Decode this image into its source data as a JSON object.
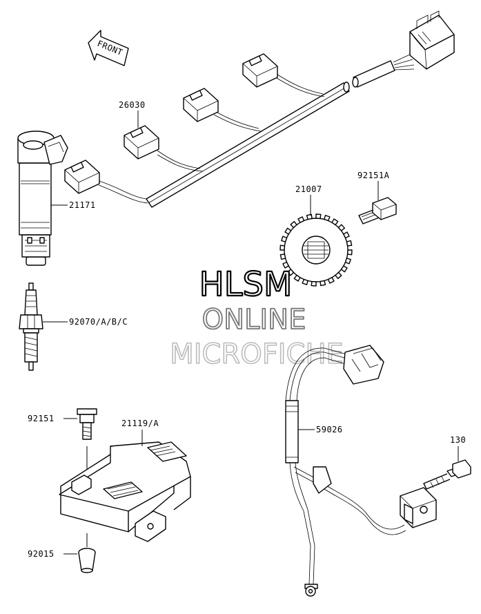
{
  "direction_label": "FRONT",
  "part_labels": {
    "p26030": "26030",
    "p21171": "21171",
    "p92070": "92070/A/B/C",
    "p21007": "21007",
    "p92151A": "92151A",
    "p92151": "92151",
    "p21119": "21119/A",
    "p59026": "59026",
    "p130": "130",
    "p92015": "92015"
  },
  "watermark": {
    "line1": "HLSM",
    "line2": "ONLINE",
    "line3": "MICROFICHE"
  }
}
